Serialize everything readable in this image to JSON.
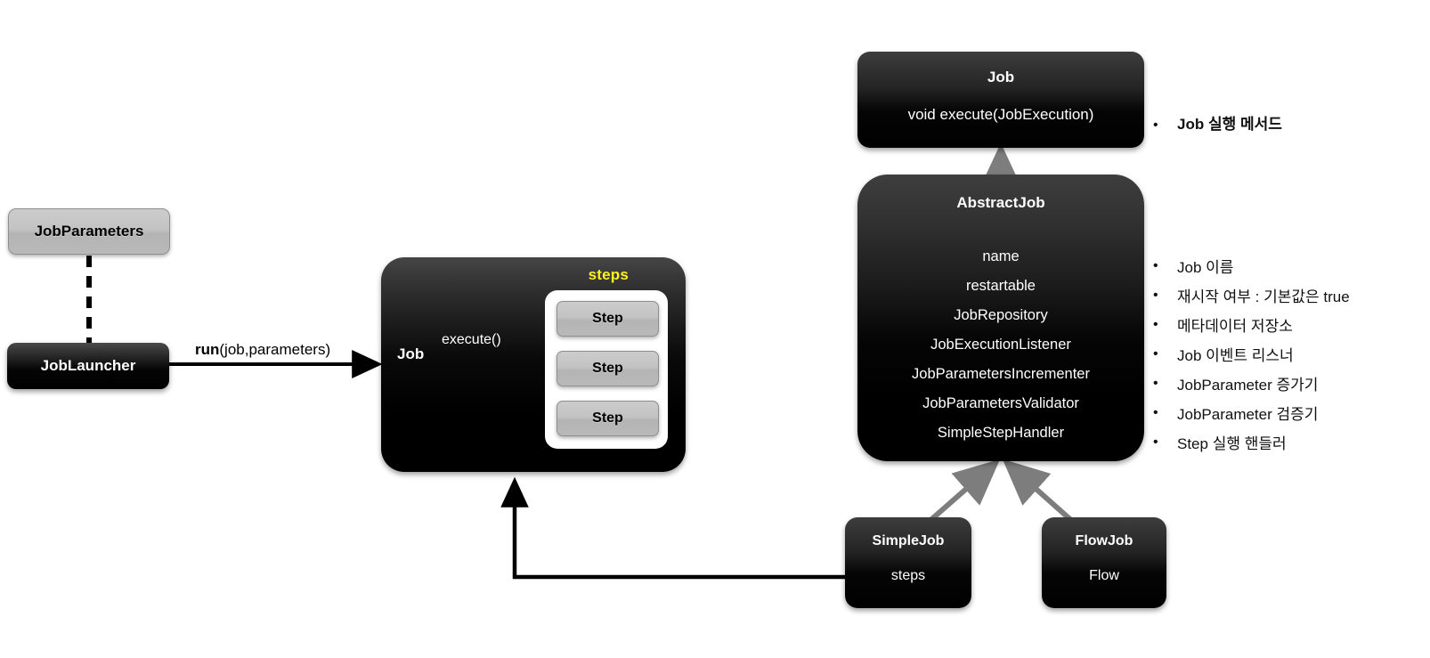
{
  "diagram": {
    "title": "Spring Batch Job architecture diagram",
    "colors": {
      "background": "#ffffff",
      "node_dark": "#000000",
      "node_gray": "#c3c3c3",
      "accent_yellow": "#fff21f",
      "arrow_black": "#000000",
      "arrow_gray": "#808080"
    }
  },
  "left": {
    "job_parameters": {
      "label": "JobParameters"
    },
    "job_launcher": {
      "label": "JobLauncher"
    },
    "run_edge": {
      "bold_part": "run",
      "rest_part": "(job,parameters)"
    }
  },
  "center": {
    "job_box": {
      "job_label": "Job",
      "execute_label": "execute()",
      "steps_label": "steps",
      "steps": [
        {
          "label": "Step"
        },
        {
          "label": "Step"
        },
        {
          "label": "Step"
        }
      ]
    }
  },
  "right": {
    "job_interface": {
      "title": "Job",
      "members": [
        "void execute(JobExecution)"
      ]
    },
    "abstract_job": {
      "title": "AbstractJob",
      "members": [
        "name",
        "restartable",
        "JobRepository",
        "JobExecutionListener",
        "JobParametersIncrementer",
        "JobParametersValidator",
        "SimpleStepHandler"
      ]
    },
    "simple_job": {
      "title": "SimpleJob",
      "members": [
        "steps"
      ]
    },
    "flow_job": {
      "title": "FlowJob",
      "members": [
        "Flow"
      ]
    }
  },
  "annotations": {
    "bullet_glyph": "•",
    "job_interface_notes": [
      "Job 실행 메서드"
    ],
    "abstract_job_notes": [
      "Job 이름",
      "재시작 여부 : 기본값은 true",
      "메타데이터 저장소",
      "Job 이벤트 리스너",
      "JobParameter  증가기",
      "JobParameter  검증기",
      "Step 실행 핸들러"
    ]
  }
}
